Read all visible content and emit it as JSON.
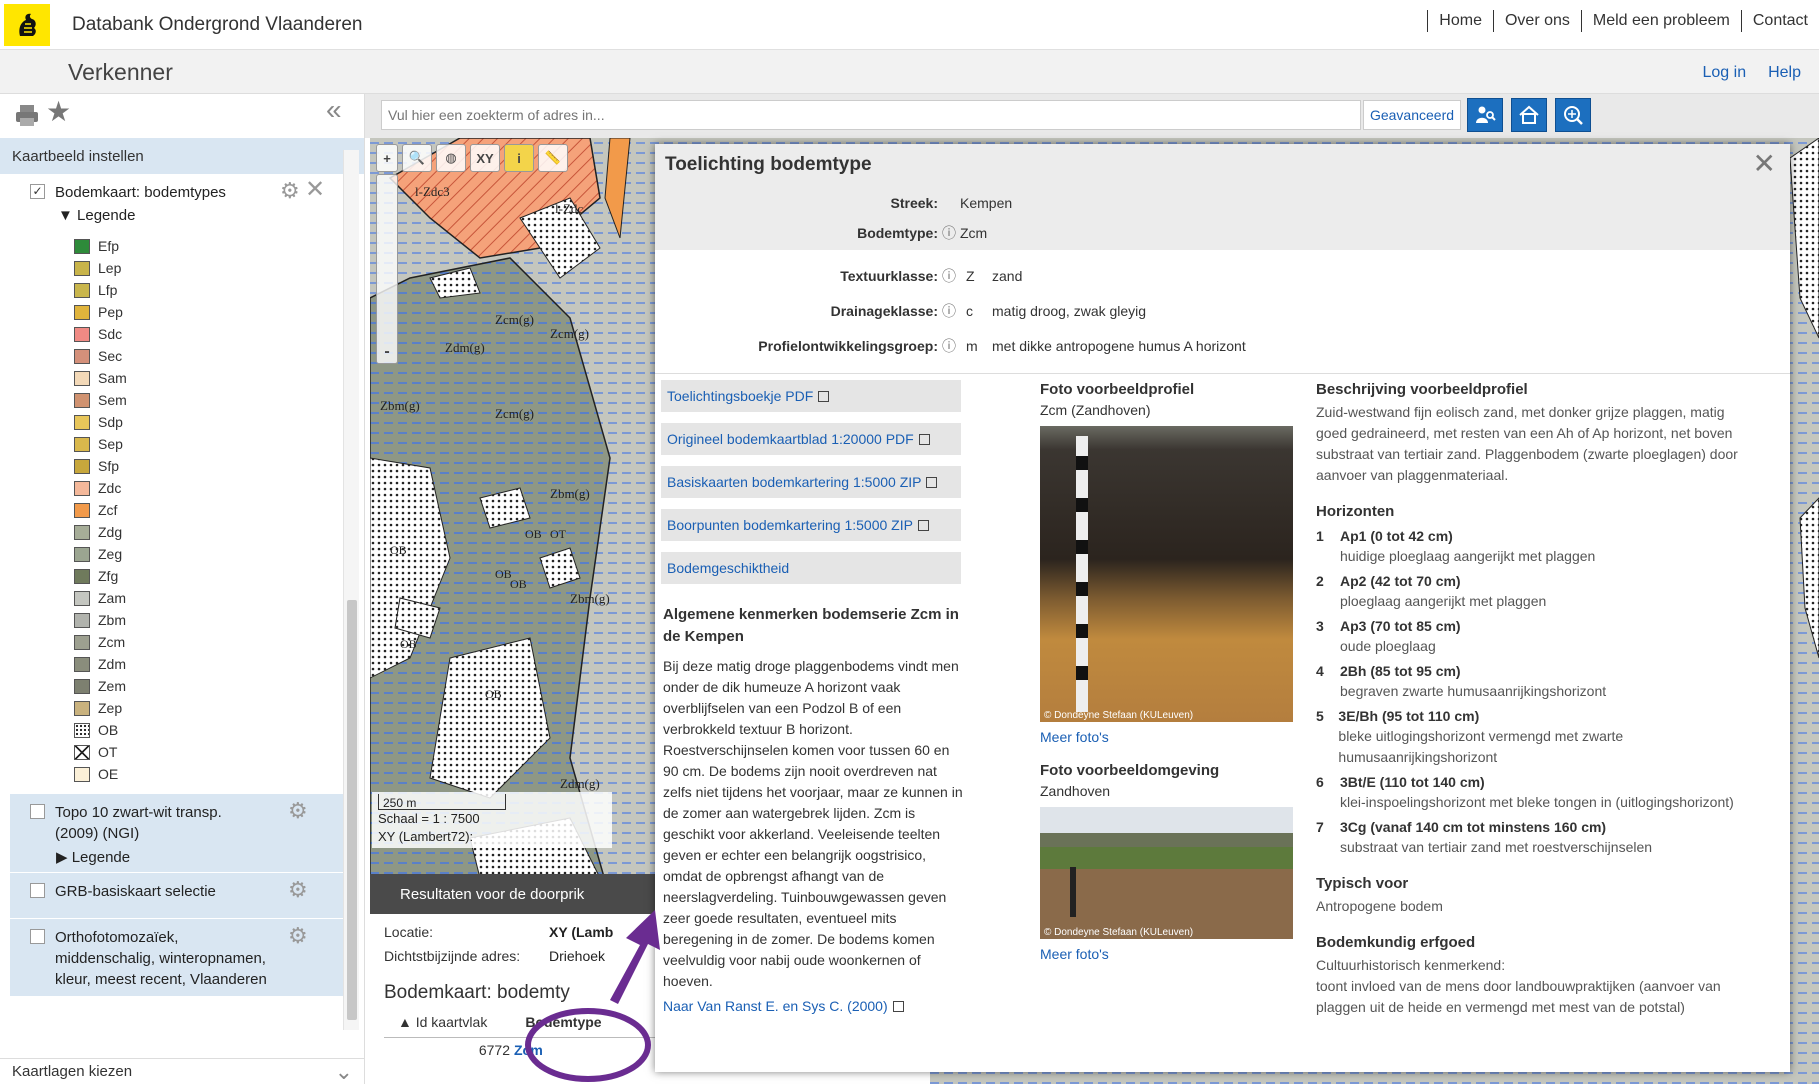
{
  "header": {
    "site_title": "Databank Ondergrond Vlaanderen",
    "nav": [
      "Home",
      "Over ons",
      "Meld een probleem",
      "Contact"
    ]
  },
  "subbar": {
    "title": "Verkenner",
    "login": "Log in",
    "help": "Help"
  },
  "sidebar": {
    "section_title": "Kaartbeeld instellen",
    "layer1": {
      "name": "Bodemkaart: bodemtypes",
      "legend_label": "Legende"
    },
    "legend": [
      {
        "code": "Efp",
        "color": "#2e8b3a"
      },
      {
        "code": "Lep",
        "color": "#c8b44a"
      },
      {
        "code": "Lfp",
        "color": "#c9b64c"
      },
      {
        "code": "Pep",
        "color": "#e0b43c"
      },
      {
        "code": "Sdc",
        "color": "#f08a84"
      },
      {
        "code": "Sec",
        "color": "#d4907a"
      },
      {
        "code": "Sam",
        "color": "#f3d9b8"
      },
      {
        "code": "Sem",
        "color": "#d09270"
      },
      {
        "code": "Sdp",
        "color": "#e8c65a"
      },
      {
        "code": "Sep",
        "color": "#d9b84c"
      },
      {
        "code": "Sfp",
        "color": "#c7a73c"
      },
      {
        "code": "Zdc",
        "color": "#f4b89a"
      },
      {
        "code": "Zcf",
        "color": "#f29a4a"
      },
      {
        "code": "Zdg",
        "color": "#a6ad98"
      },
      {
        "code": "Zeg",
        "color": "#9ba591"
      },
      {
        "code": "Zfg",
        "color": "#6f7a5c"
      },
      {
        "code": "Zam",
        "color": "#c4c6c0"
      },
      {
        "code": "Zbm",
        "color": "#b1b3ad"
      },
      {
        "code": "Zcm",
        "color": "#9da090"
      },
      {
        "code": "Zdm",
        "color": "#8a8d7c"
      },
      {
        "code": "Zem",
        "color": "#7d8070"
      },
      {
        "code": "Zep",
        "color": "#c9b27e"
      },
      {
        "code": "OB",
        "color": "#ffffff"
      },
      {
        "code": "OT",
        "color": "#ffffff"
      },
      {
        "code": "OE",
        "color": "#fbf0d8"
      }
    ],
    "layer2": {
      "name": "Topo 10 zwart-wit transp. (2009) (NGI)",
      "legend_label": "Legende"
    },
    "layer3": {
      "name": "GRB-basiskaart selectie"
    },
    "layer4": {
      "name": "Orthofotomozaïek, middenschalig, winteropnamen, kleur, meest recent, Vlaanderen"
    },
    "footer_title": "Kaartlagen kiezen"
  },
  "search": {
    "placeholder": "Vul hier een zoekterm of adres in...",
    "advanced": "Geavanceerd"
  },
  "map": {
    "tools": [
      "+",
      "XY",
      "-"
    ],
    "scale_distance": "250 m",
    "scale_text": "Schaal = 1 : 7500",
    "xy_label": "XY (Lambert72):",
    "labels": [
      "l-Zdc3",
      "l-Zdc",
      "Zcm(g)",
      "Zcm(g)",
      "Zdm(g)",
      "Zbm(g)",
      "Zcm(g)",
      "Zbm(g)",
      "OB",
      "OB",
      "OT",
      "OB",
      "OB",
      "OB",
      "OB",
      "Zbm(g)",
      "Zdm(g)"
    ]
  },
  "results": {
    "title_bar": "Resultaten voor de doorprik",
    "locatie_label": "Locatie:",
    "locatie_value": "XY (Lamb",
    "adres_label": "Dichtstbijzijnde adres:",
    "adres_value": "Driehoek",
    "section_title": "Bodemkaart: bodemty",
    "col_id": "▲ Id kaartvlak",
    "col_type": "Bodemtype",
    "row_id": "6772",
    "row_type": "Zcm"
  },
  "popup": {
    "title": "Toelichting bodemtype",
    "props": [
      {
        "label": "Streek:",
        "info": false,
        "code": "Kempen",
        "value": ""
      },
      {
        "label": "Bodemtype:",
        "info": true,
        "code": "Zcm",
        "value": ""
      }
    ],
    "props2": [
      {
        "label": "Textuurklasse:",
        "code": "Z",
        "value": "zand"
      },
      {
        "label": "Drainageklasse:",
        "code": "c",
        "value": "matig droog, zwak gleyig"
      },
      {
        "label": "Profielontwikkelingsgroep:",
        "code": "m",
        "value": "met dikke antropogene humus A horizont"
      }
    ],
    "links": [
      "Toelichtingsboekje PDF",
      "Origineel bodemkaartblad 1:20000 PDF",
      "Basiskaarten bodemkartering 1:5000 ZIP",
      "Boorpunten bodemkartering 1:5000 ZIP",
      "Bodemgeschiktheid"
    ],
    "algemene_title": "Algemene kenmerken bodemserie Zcm in de Kempen",
    "algemene_text": "Bij deze matig droge plaggenbodems vindt men onder de dik humeuze A horizont vaak overblijfselen van een Podzol B of een verbrokkeld textuur B horizont. Roestverschijnselen komen voor tussen 60 en 90 cm. De bodems zijn nooit overdreven nat zelfs niet tijdens het voorjaar, maar ze kunnen in de zomer aan watergebrek lijden. Zcm is geschikt voor akkerland. Veeleisende teelten geven er echter een belangrijk oogstrisico, omdat de opbrengst afhangt van de neerslagverdeling. Tuinbouwgewassen geven zeer goede resultaten, eventueel mits beregening in de zomer. De bodems komen veelvuldig voor nabij oude woonkernen of hoeven.",
    "ref_link": "Naar Van Ranst E. en Sys C. (2000)",
    "foto_profiel_title": "Foto voorbeeldprofiel",
    "foto_profiel_sub": "Zcm (Zandhoven)",
    "photo_credit": "© Dondeyne Stefaan (KULeuven)",
    "meer_fotos": "Meer foto's",
    "foto_omgeving_title": "Foto voorbeeldomgeving",
    "foto_omgeving_sub": "Zandhoven",
    "beschrijving_title": "Beschrijving voorbeeldprofiel",
    "beschrijving_text": "Zuid-westwand fijn eolisch zand, met donker grijze plaggen, matig goed gedraineerd, met resten van een Ah of Ap horizont, net boven substraat van tertiair zand. Plaggenbodem (zwarte ploeglagen) door aanvoer van plaggenmateriaal.",
    "horizonten_title": "Horizonten",
    "horizonten": [
      {
        "num": "1",
        "title": "Ap1 (0 tot 42 cm)",
        "desc": "huidige ploeglaag aangerijkt met plaggen"
      },
      {
        "num": "2",
        "title": "Ap2 (42 tot 70 cm)",
        "desc": "ploeglaag aangerijkt met plaggen"
      },
      {
        "num": "3",
        "title": "Ap3 (70 tot 85 cm)",
        "desc": "oude ploeglaag"
      },
      {
        "num": "4",
        "title": "2Bh (85 tot 95 cm)",
        "desc": "begraven zwarte humusaanrijkingshorizont"
      },
      {
        "num": "5",
        "title": "3E/Bh (95 tot 110 cm)",
        "desc": "bleke uitlogingshorizont vermengd met zwarte humusaanrijkingshorizont"
      },
      {
        "num": "6",
        "title": "3Bt/E (110 tot 140 cm)",
        "desc": "klei-inspoelingshorizont met bleke tongen in (uitlogingshorizont)"
      },
      {
        "num": "7",
        "title": "3Cg (vanaf 140 cm tot minstens 160 cm)",
        "desc": "substraat van tertiair zand met roestverschijnselen"
      }
    ],
    "typisch_title": "Typisch voor",
    "typisch_text": "Antropogene bodem",
    "erfgoed_title": "Bodemkundig erfgoed",
    "erfgoed_text": "Cultuurhistorisch kenmerkend:\ntoont invloed van de mens door landbouwpraktijken (aanvoer van plaggen uit de heide en vermengd met mest van de potstal)"
  },
  "colors": {
    "accent_blue": "#1c6fbf",
    "annotation_purple": "#6a2c91",
    "logo_yellow": "#ffe600"
  }
}
